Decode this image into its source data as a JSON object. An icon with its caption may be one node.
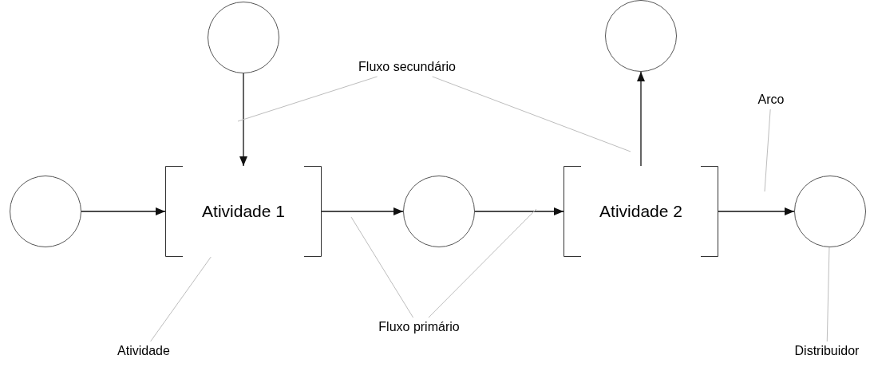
{
  "diagram": {
    "nodes": [
      {
        "text": [],
        "shape": "circle"
      },
      {
        "text": [],
        "shape": "circle"
      },
      {
        "text": [
          "Atividade 1"
        ]
      },
      {
        "text": [],
        "shape": "circle"
      },
      {
        "text": [
          "Atividade 2"
        ]
      },
      {
        "text": [],
        "shape": "circle"
      },
      {
        "text": [],
        "shape": "circle"
      },
      {
        "text": [
          "Fluxo secundário"
        ]
      },
      {
        "text": [
          "Arco"
        ]
      },
      {
        "text": [
          "Fluxo primário"
        ]
      },
      {
        "text": [
          "Atividade"
        ]
      },
      {
        "text": [
          "Distribuidor"
        ]
      }
    ],
    "edges": [
      {
        "from": 0,
        "to": 2,
        "arrow": "to",
        "color": "#111111"
      },
      {
        "from": 1,
        "to": 2,
        "arrow": "to",
        "color": "#111111"
      },
      {
        "from": 2,
        "to": 3,
        "arrow": "to",
        "color": "#111111"
      },
      {
        "from": 3,
        "to": 4,
        "arrow": "to",
        "color": "#111111"
      },
      {
        "from": 4,
        "to": 5,
        "arrow": "to",
        "color": "#111111"
      },
      {
        "from": 4,
        "to": 6,
        "arrow": "to",
        "color": "#111111"
      },
      {
        "from": 7,
        "to": null,
        "arrow": "none"
      },
      {
        "from": 7,
        "to": null,
        "arrow": "none"
      },
      {
        "from": 8,
        "to": null,
        "arrow": "none"
      },
      {
        "from": 9,
        "to": null,
        "arrow": "none"
      },
      {
        "from": 9,
        "to": null,
        "arrow": "none"
      },
      {
        "from": 10,
        "to": 2,
        "arrow": "none"
      },
      {
        "from": 11,
        "to": 6,
        "arrow": "none"
      }
    ]
  }
}
